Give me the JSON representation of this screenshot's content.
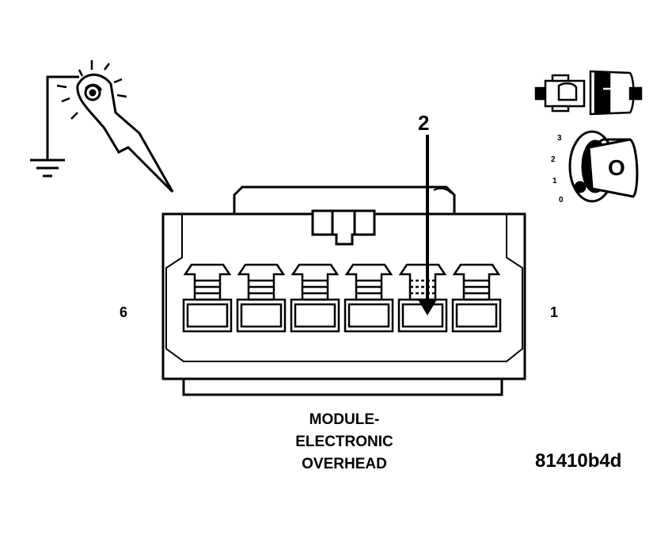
{
  "pins": {
    "left": "6",
    "right": "1"
  },
  "callout": "2",
  "title_lines": [
    "MODULE-",
    "ELECTRONIC",
    "OVERHEAD"
  ],
  "figure_code": "81410b4d",
  "ignition": {
    "positions": [
      "3",
      "2",
      "1",
      "0"
    ],
    "key_letter": "O"
  },
  "icons": [
    "test-light-probe-icon",
    "ground-symbol-icon",
    "connector-plug-icon",
    "ignition-switch-icon"
  ],
  "connector": {
    "terminal_count": 6,
    "highlighted_terminal": 2
  },
  "colors": {
    "line": "#000000",
    "background": "#ffffff"
  }
}
